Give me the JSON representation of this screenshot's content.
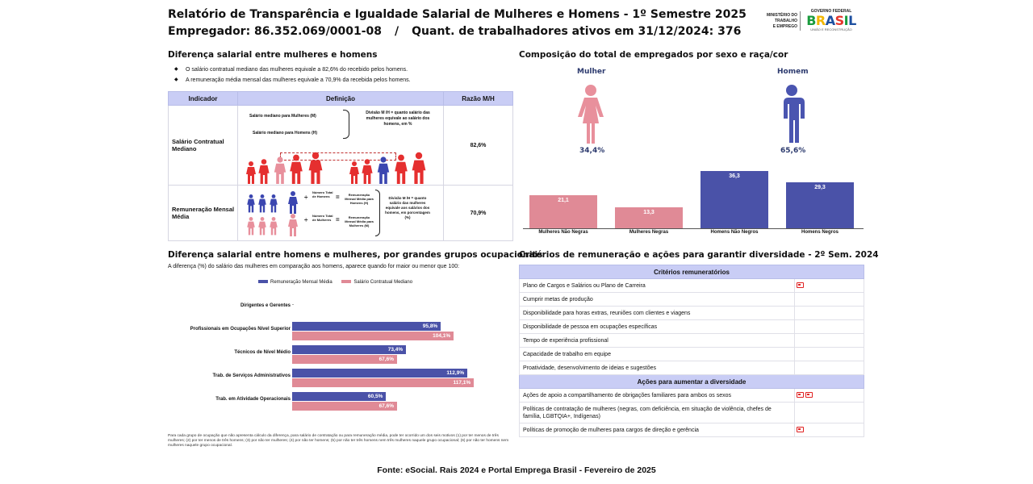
{
  "header": {
    "title": "Relatório de Transparência e Igualdade Salarial de Mulheres e Homens - 1º Semestre 2025",
    "employer": "Empregador: 86.352.069/0001-08",
    "separator": "/",
    "workers": "Quant. de trabalhadores ativos em 31/12/2024: 376"
  },
  "logo": {
    "ministry": [
      "MINISTÉRIO DO",
      "TRABALHO",
      "E EMPREGO"
    ],
    "gov": "GOVERNO FEDERAL",
    "brand": [
      "B",
      "R",
      "A",
      "S",
      "I",
      "L"
    ],
    "tagline": "UNIÃO E RECONSTRUÇÃO"
  },
  "salary_diff": {
    "title": "Diferença salarial entre mulheres e homens",
    "bullets": [
      "O salário contratual mediano das mulheres equivale a 82,6% do recebido pelos homens.",
      "A remuneração média mensal das mulheres equivale a 70,9% da recebida pelos homens."
    ],
    "table": {
      "headers": [
        "Indicador",
        "Definição",
        "Razão M/H"
      ],
      "rows": [
        {
          "label": "Salário Contratual Mediano",
          "value": "82,6%",
          "def_women": "Salário mediano para Mulheres (M)",
          "def_men": "Salário mediano para Homens (H)",
          "def_note": "Divisão M /H = quanto salário das mulheres equivale ao salário dos homens, em %"
        },
        {
          "label": "Remuneração Mensal Média",
          "value": "70,9%",
          "div_symbol": "÷",
          "eq_symbol": "=",
          "plus_symbol": "+",
          "total_men": "Número Total de Homens",
          "total_women": "Número Total de Mulheres",
          "avg_men": "Remuneração Mensal Média para Homens (H)",
          "avg_women": "Remuneração Mensal Média para Mulheres (M)",
          "def_note": "Divisão M /H = quanto salário das mulheres equivale aos salários dos homens, em porcentagem (%)"
        }
      ]
    }
  },
  "occupational": {
    "title": "Diferença salarial entre homens e mulheres, por grandes grupos ocupacionais",
    "subtitle": "A diferença (%) do salário das mulheres em comparação aos homens, aparece quando for maior ou menor que 100:",
    "note": "Para cada grupo de ocupação que não apresenta cálculo da diferença, para salário de contratação ou para remuneração média, pode ter ocorrido um dos seis motivos (1) por ter menos de três mulheres; (2) por ter menos de três homens; (3) por não ter mulheres; (4) por não ter homens; (5) por não ter três homens nem três mulheres naquele grupo ocupacional; (6) por não ter homens nem mulheres naquele grupo ocupacional."
  },
  "composition": {
    "title": "Composição do total de empregados por sexo e raça/cor",
    "women_label": "Mulher",
    "men_label": "Homem",
    "women_pct": "34,4%",
    "men_pct": "65,6%"
  },
  "criteria": {
    "title": "Critérios de remuneração e ações para garantir diversidade - 2º Sem. 2024",
    "header_criteria": "Critérios remuneratórios",
    "criteria_rows": [
      {
        "label": "Plano de Cargos e Salários ou Plano de Carreira",
        "marks": 1
      },
      {
        "label": "Cumprir metas de produção",
        "marks": 0
      },
      {
        "label": "Disponibilidade para horas extras, reuniões com clientes e viagens",
        "marks": 0
      },
      {
        "label": "Disponibilidade de pessoa em ocupações específicas",
        "marks": 0
      },
      {
        "label": "Tempo de experiência profissional",
        "marks": 0
      },
      {
        "label": "Capacidade de trabalho em equipe",
        "marks": 0
      },
      {
        "label": "Proatividade, desenvolvimento de ideias e sugestões",
        "marks": 0
      }
    ],
    "header_actions": "Ações para aumentar a diversidade",
    "action_rows": [
      {
        "label": "Ações de apoio a compartilhamento de obrigações familiares para ambos os sexos",
        "marks": 2
      },
      {
        "label": "Políticas de contratação de mulheres (negras, com deficiência, em situação de violência, chefes de família, LGBTQIA+, Indígenas)",
        "marks": 0
      },
      {
        "label": "Políticas de promoção de mulheres para cargos de direção e gerência",
        "marks": 1
      }
    ]
  },
  "footer": "Fonte: eSocial. Rais 2024 e Portal Emprega Brasil - Fevereiro de 2025",
  "colors": {
    "women": "#e8909c",
    "men": "#4a55b0",
    "women_bar": "#e08a96",
    "men_bar": "#4a52a8",
    "table_header": "#c9cdf5"
  },
  "chart_data": [
    {
      "type": "bar",
      "orientation": "horizontal",
      "categories": [
        "Dirigentes e Gerentes",
        "Profissionais em Ocupações Nível Superior",
        "Técnicos de Nível Médio",
        "Trab. de Serviços Administrativos",
        "Trab. em Atividade Operacionais"
      ],
      "series": [
        {
          "name": "Remuneração Mensal Média",
          "values": [
            null,
            95.8
          ],
          "labels": [
            "",
            "95,8%"
          ]
        },
        {
          "name": "Salário Contratual Mediano",
          "values": [
            null,
            104.1
          ],
          "labels": [
            "",
            "104,1%"
          ]
        }
      ],
      "values_full": {
        "Remuneração Mensal Média": [
          null,
          95.8,
          73.4,
          112.9,
          60.5
        ],
        "Salário Contratual Mediano": [
          null,
          104.1,
          67.6,
          117.1,
          67.6
        ]
      },
      "value_labels": {
        "Remuneração Mensal Média": [
          "-",
          "95,8%",
          "73,4%",
          "112,9%",
          "60,5%"
        ],
        "Salário Contratual Mediano": [
          "",
          "104,1%",
          "67,6%",
          "117,1%",
          "67,6%"
        ]
      },
      "legend": "top-center",
      "xlim": [
        0,
        130
      ]
    },
    {
      "type": "bar",
      "categories": [
        "Mulheres Não Negras",
        "Mulheres Negras",
        "Homens Não Negros",
        "Homens Negros"
      ],
      "values": [
        21.1,
        13.3,
        36.3,
        29.3
      ],
      "value_labels": [
        "21,1",
        "13,3",
        "36,3",
        "29,3"
      ],
      "colors": [
        "#e08a96",
        "#e08a96",
        "#4a52a8",
        "#4a52a8"
      ],
      "ylim": [
        0,
        40
      ]
    }
  ]
}
